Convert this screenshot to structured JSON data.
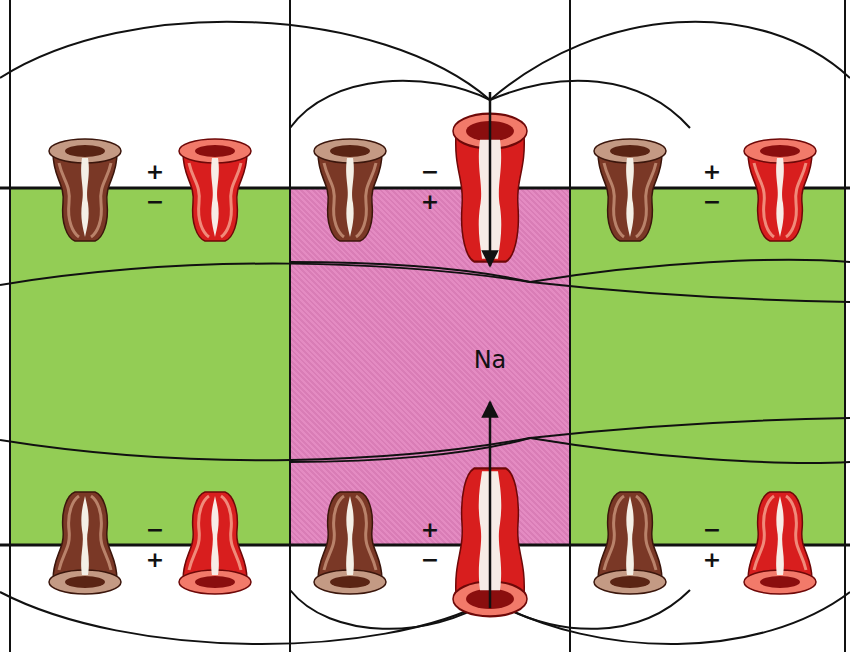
{
  "diagram": {
    "nodes": [
      {
        "text": [
          "Na"
        ]
      }
    ],
    "labels": [
      "+",
      "−",
      "+",
      "−",
      "+",
      "−",
      "−",
      "+",
      "−",
      "+",
      "−",
      "+"
    ]
  }
}
